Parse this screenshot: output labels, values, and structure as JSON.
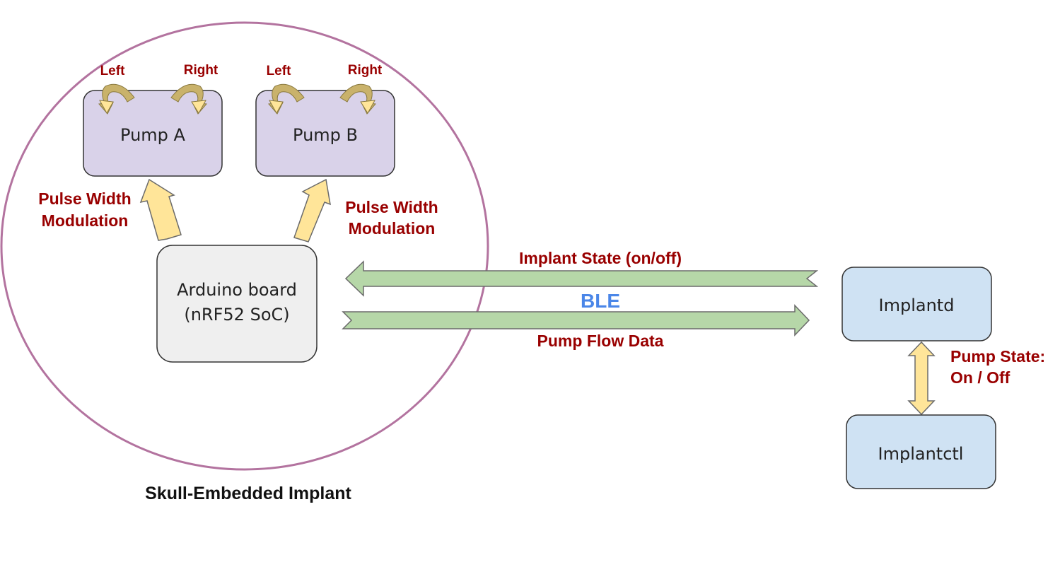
{
  "implant": {
    "caption": "Skull-Embedded Implant",
    "pump_a": {
      "label": "Pump A",
      "left_label": "Left",
      "right_label": "Right"
    },
    "pump_b": {
      "label": "Pump B",
      "left_label": "Left",
      "right_label": "Right"
    },
    "pwm_left": {
      "line1": "Pulse Width",
      "line2": "Modulation"
    },
    "pwm_right": {
      "line1": "Pulse Width",
      "line2": "Modulation"
    },
    "board": {
      "line1": "Arduino board",
      "line2": "(nRF52 SoC)"
    }
  },
  "link": {
    "ble_label": "BLE",
    "incoming_label": "Implant State (on/off)",
    "outgoing_label": "Pump Flow Data"
  },
  "host": {
    "daemon": {
      "label": "Implantd"
    },
    "ctl": {
      "label": "Implantctl"
    },
    "pump_state": {
      "line1": "Pump State:",
      "line2": "On / Off"
    }
  },
  "colors": {
    "circle_stroke": "#b3739f",
    "pump_fill": "#d9d2e9",
    "board_fill": "#efefef",
    "host_fill": "#cfe2f3",
    "arrow_yellow": "#ffe599",
    "arrow_green": "#b6d7a8",
    "swirl": "#c9b26b",
    "label_red": "#990000",
    "ble_blue": "#4a86e8"
  }
}
